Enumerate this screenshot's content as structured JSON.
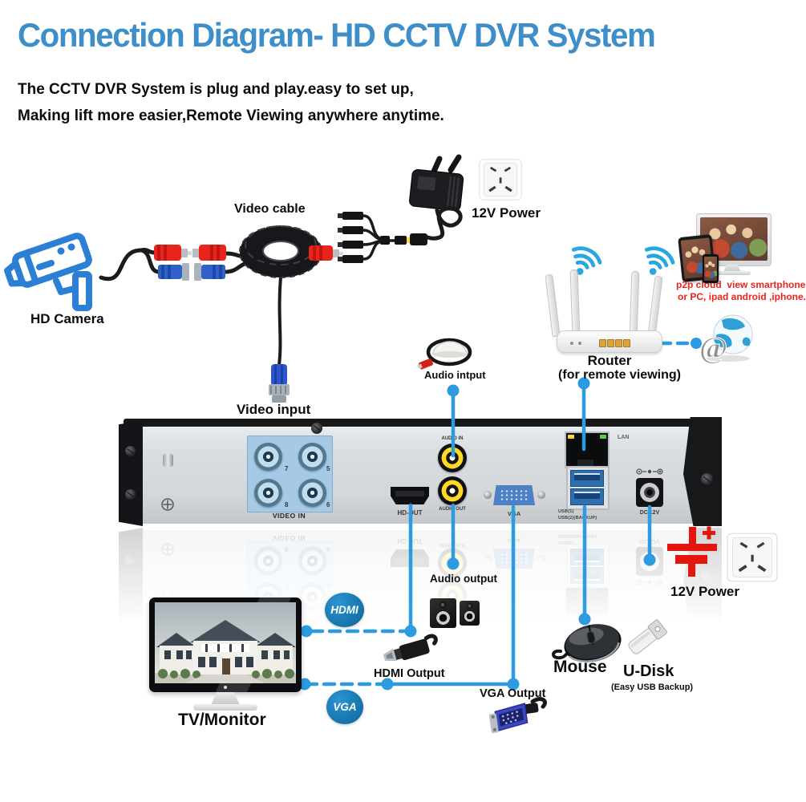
{
  "header": {
    "title": "Connection Diagram- HD CCTV DVR System",
    "subtitle1": "The CCTV DVR System is plug and play.easy to set up,",
    "subtitle2": "Making lift more easier,Remote Viewing anywhere anytime."
  },
  "camera": {
    "label": "HD Camera"
  },
  "video_cable": {
    "label": "Video cable"
  },
  "video_input": {
    "label": "Video input"
  },
  "power_top": {
    "label": "12V Power"
  },
  "audio_input": {
    "label": "Audio intput"
  },
  "router": {
    "name": "Router",
    "sub": "(for remote viewing)"
  },
  "p2p": {
    "line1": "p2p cloud  view smartphone",
    "line2": "or PC, ipad android ,iphone."
  },
  "dvr": {
    "video_in": "VIDEO IN",
    "bnc_numbers": [
      "7",
      "5",
      "8",
      "6"
    ],
    "hd_out": "HD-OUT",
    "audio_in": "AUDIO IN",
    "audio_out": "AUDIO OUT",
    "vga": "VGA",
    "lan": "LAN",
    "usb1": "USB(1)",
    "usb2": "USB(2)(BACKUP)",
    "dc_12v": "DC 12V"
  },
  "outputs": {
    "audio": "Audio output",
    "hdmi_badge": "HDMI",
    "vga_badge": "VGA",
    "hdmi": "HDMI Output",
    "vga": "VGA Output"
  },
  "monitor": {
    "label": "TV/Monitor"
  },
  "mouse": {
    "label": "Mouse"
  },
  "udisk": {
    "label": "U-Disk",
    "sub": "(Easy USB Backup)"
  },
  "power_bottom": {
    "label": "12V Power"
  },
  "colors": {
    "title_blue": "#3d8ec9",
    "line_blue": "#2d9be2",
    "badge_blue": "#1878b5",
    "alert_red": "#e8251c",
    "camera_blue": "#2b7fd4",
    "wifi_blue": "#29a7e1",
    "panel_gray": "#d7dbde",
    "videoin_block_blue": "#a6c9e6"
  }
}
